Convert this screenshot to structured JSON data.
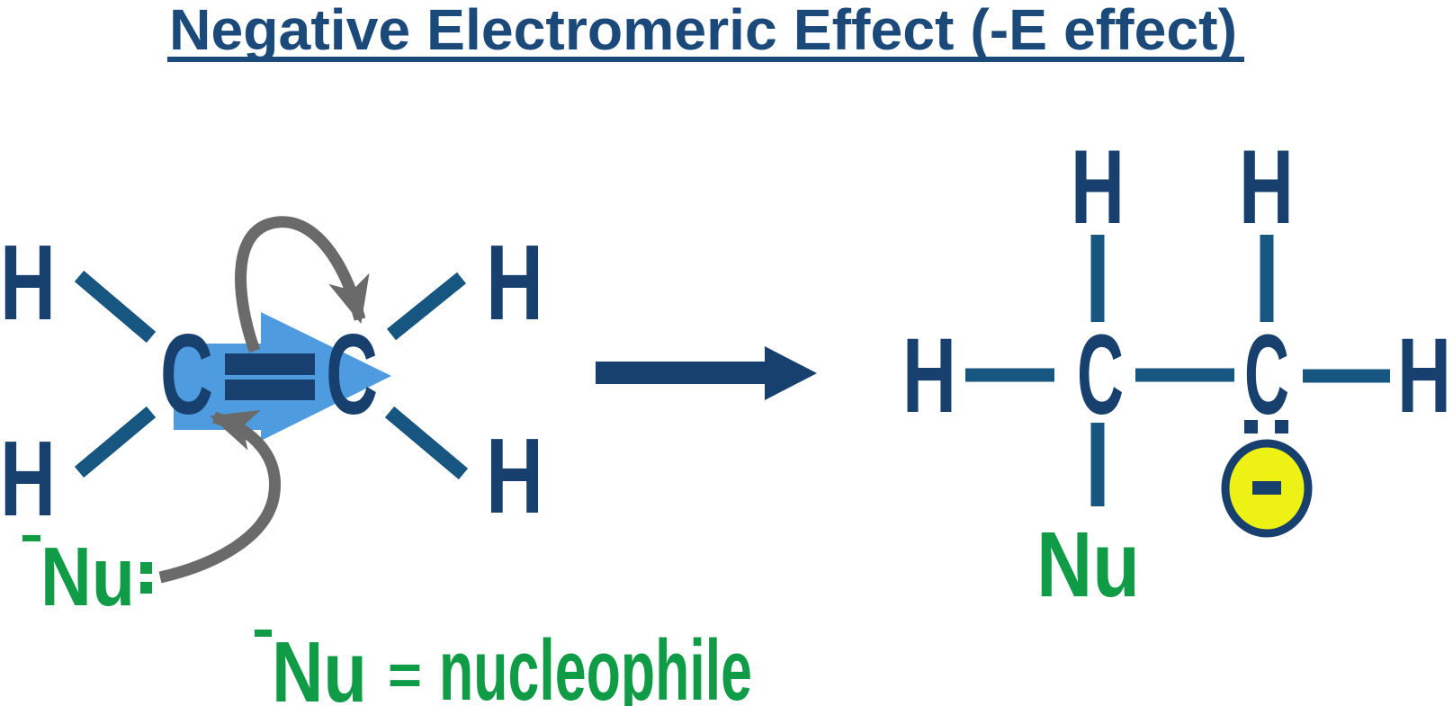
{
  "colors": {
    "title_navy": "#1B4979",
    "navy": "#17406E",
    "bond_blue": "#185682",
    "arrow_blue": "#4F9BE0",
    "gray": "#6A6A6A",
    "green": "#109B47",
    "yellow": "#EEF214"
  },
  "title": {
    "text": "Negative Electromeric Effect (-E effect)"
  },
  "reactant": {
    "hydrogen_label": "H",
    "carbon_label": "C",
    "nucleophile": {
      "charge_symbol": "-",
      "label": "Nu",
      "lone_pair_symbol": ":"
    }
  },
  "reaction_arrow": {
    "direction": "right"
  },
  "product": {
    "hydrogen_label": "H",
    "carbon_label": "C",
    "nucleophile_label": "Nu",
    "carbanion_charge_symbol": "-"
  },
  "legend": {
    "charge_symbol": "-",
    "nu_label": "Nu",
    "equals": "=",
    "definition": "nucleophile"
  }
}
